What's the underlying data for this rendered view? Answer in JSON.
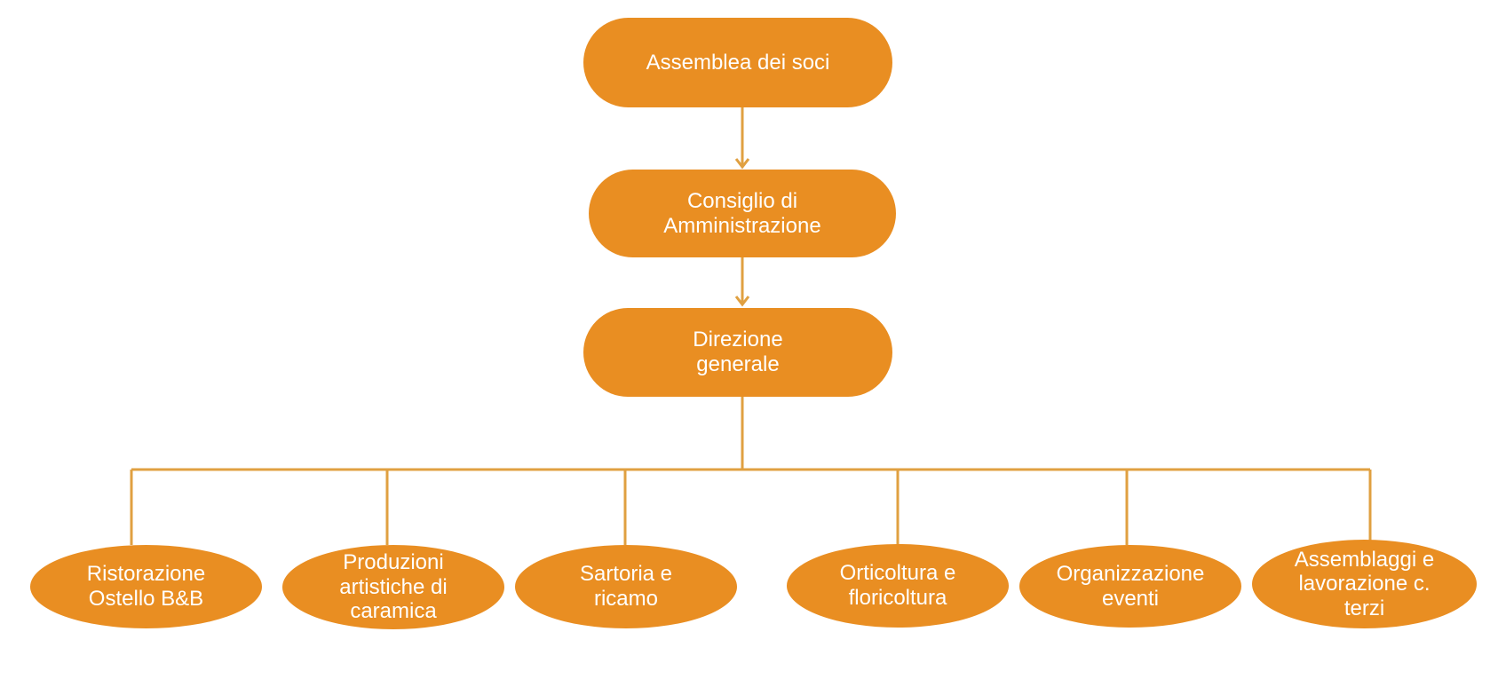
{
  "colors": {
    "node_fill": "#e98e22",
    "connector": "#e0a041",
    "text": "#ffffff"
  },
  "org_chart": {
    "assemblea": "Assemblea dei soci",
    "consiglio": "Consiglio di\nAmministrazione",
    "direzione": "Direzione\ngenerale",
    "units": [
      "Ristorazione\nOstello B&B",
      "Produzioni\nartistiche di\ncaramica",
      "Sartoria e\nricamo",
      "Orticoltura e\nfloricoltura",
      "Organizzazione\neventi",
      "Assemblaggi e\nlavorazione c.\nterzi"
    ]
  }
}
